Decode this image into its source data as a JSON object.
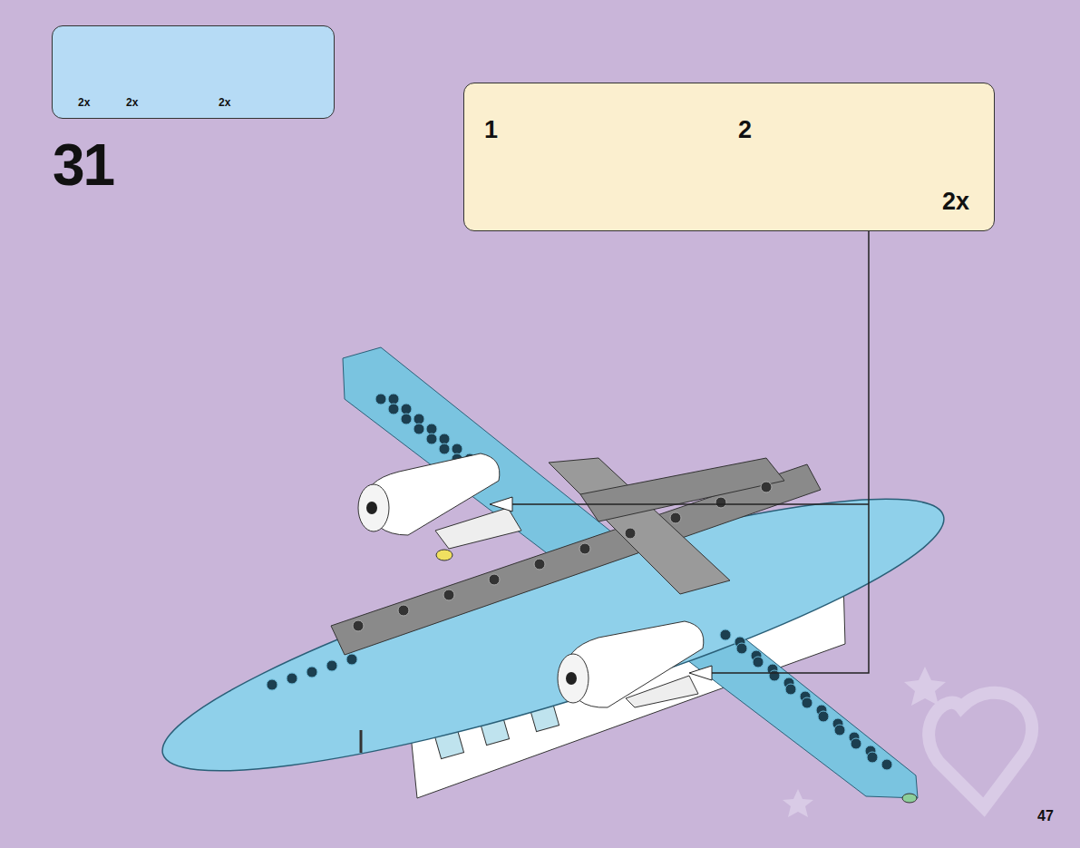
{
  "diagram": {
    "nodes": [
      {
        "text": [
          "2x",
          "2x",
          "2x"
        ]
      },
      {
        "text": [
          "1",
          "2",
          "2x"
        ]
      }
    ],
    "labels": [
      "31",
      "47"
    ]
  }
}
